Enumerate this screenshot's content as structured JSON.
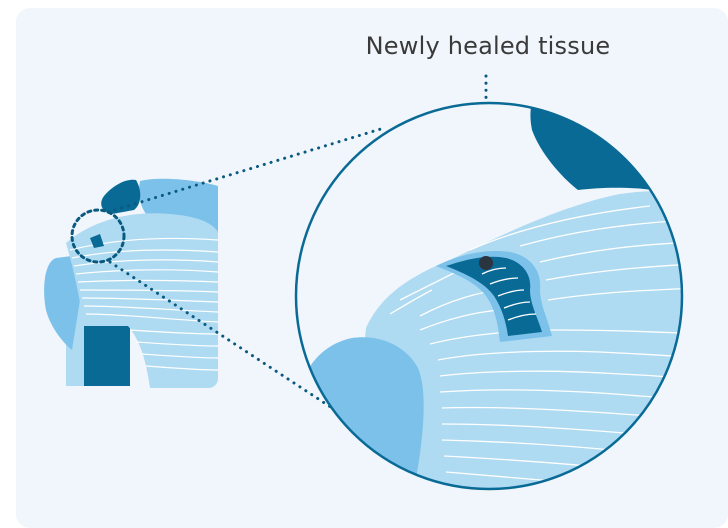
{
  "callout": {
    "label": "Newly healed tissue"
  },
  "colors": {
    "panel_background": "#f0f6fb",
    "tissue_light": "#aedaf2",
    "bone_medium": "#7cc1ea",
    "tendon_dark": "#0a6a96",
    "muscle_lines": "#ffffff",
    "outline": "#0a6a96",
    "dotted_lines": "#0a5a80"
  },
  "icons": {
    "shoulder": "shoulder-joint-illustration",
    "magnifier": "magnified-tissue-circle"
  }
}
